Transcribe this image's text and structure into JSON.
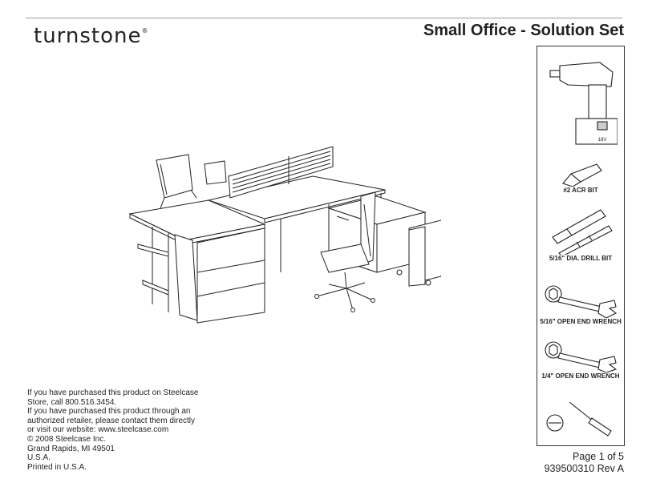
{
  "header": {
    "logo_text": "turnstone",
    "logo_mark": "®",
    "title": "Small Office - Solution Set"
  },
  "illustration": {
    "icon": "office-workstation-illustration"
  },
  "tools": [
    {
      "label": "",
      "icon": "cordless-drill-icon",
      "drill_battery_text": "18V"
    },
    {
      "label": "#2 ACR BIT",
      "icon": "acr-bit-icon"
    },
    {
      "label": "5/16\" DIA. DRILL BIT",
      "icon": "drill-bit-icon"
    },
    {
      "label": "5/16\" OPEN END WRENCH",
      "icon": "wrench-icon"
    },
    {
      "label": "1/4\" OPEN END WRENCH",
      "icon": "wrench-icon"
    },
    {
      "label": "",
      "icon": "flat-screwdriver-icon"
    }
  ],
  "info_lines": [
    "If you have purchased this product on Steelcase",
    "Store, call 800.516.3454.",
    "If you have purchased this product through an",
    "authorized retailer, please contact them directly",
    "or visit our website: www.steelcase.com",
    "© 2008 Steelcase Inc.",
    "Grand Rapids, MI 49501",
    "U.S.A.",
    "Printed in U.S.A."
  ],
  "footer": {
    "page": "Page 1 of 5",
    "doc_number": "939500310 Rev A"
  }
}
